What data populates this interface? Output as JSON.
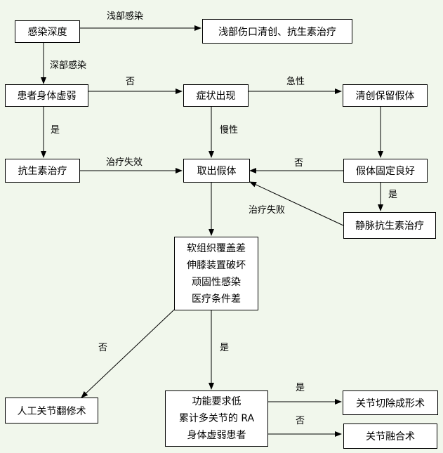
{
  "nodes": {
    "depth": "感染深度",
    "shallow_treat": "浅部伤口清创、抗生素治疗",
    "weak": "患者身体虚弱",
    "symptom": "症状出现",
    "debride": "清创保留假体",
    "antibiotic": "抗生素治疗",
    "remove": "取出假体",
    "fixed": "假体固定良好",
    "iv": "静脉抗生素治疗",
    "conditions": [
      "软组织覆盖差",
      "伸膝装置破坏",
      "顽固性感染",
      "医疗条件差"
    ],
    "revision": "人工关节翻修术",
    "criteria": [
      "功能要求低",
      "累计多关节的 RA",
      "身体虚弱患者"
    ],
    "resection": "关节切除成形术",
    "fusion": "关节融合术"
  },
  "edges": {
    "shallow": "浅部感染",
    "deep": "深部感染",
    "no1": "否",
    "acute": "急性",
    "yes1": "是",
    "chronic": "慢性",
    "fail1": "治疗失效",
    "no2": "否",
    "yes2": "是",
    "fail2": "治疗失败",
    "no3": "否",
    "yes3": "是",
    "yes4": "是",
    "no4": "否"
  }
}
